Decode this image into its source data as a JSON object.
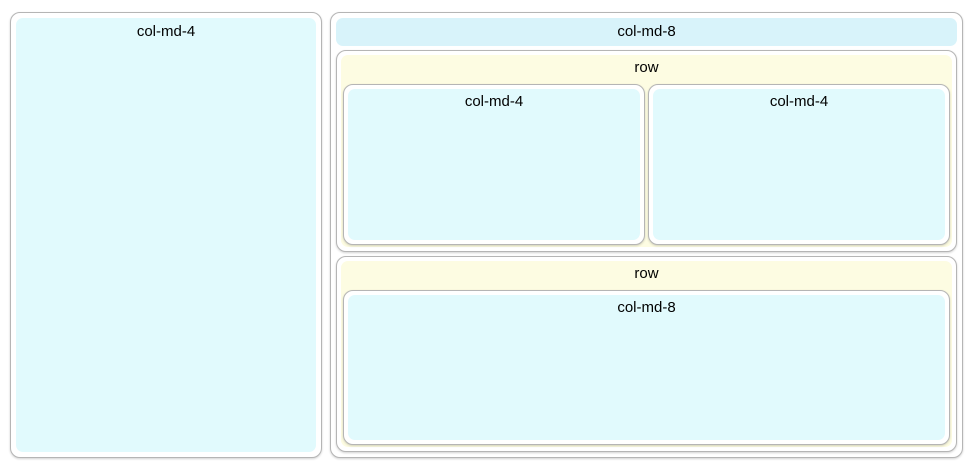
{
  "grid": {
    "left_column": {
      "label": "col-md-4"
    },
    "right_column": {
      "label": "col-md-8",
      "rows": [
        {
          "label": "row",
          "columns": [
            {
              "label": "col-md-4"
            },
            {
              "label": "col-md-4"
            }
          ]
        },
        {
          "label": "row",
          "columns": [
            {
              "label": "col-md-8"
            }
          ]
        }
      ]
    }
  },
  "colors": {
    "column_fill_cyan": "#e1fafd",
    "outer_column_fill": "#d8f3fa",
    "row_fill_yellow": "#fdfce2",
    "card_border": "#b5b5b5",
    "page_background": "#ffffff",
    "label_text": "#000000"
  }
}
